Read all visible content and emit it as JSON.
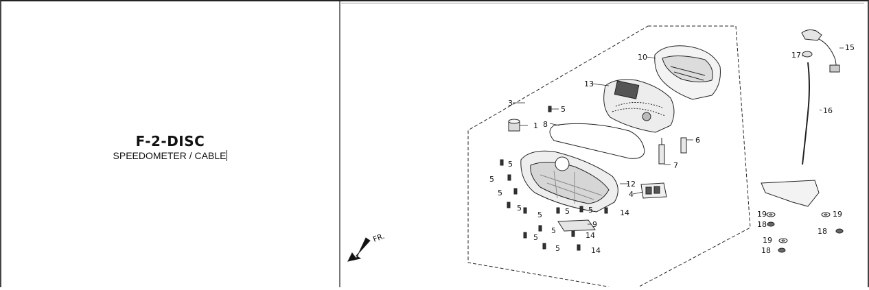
{
  "header": {
    "model_code": "F-2-DISC",
    "section_name": "SPEEDOMETER / CABLE"
  },
  "diagram": {
    "direction_label": "FR.",
    "callouts": [
      "1",
      "3",
      "4",
      "5",
      "6",
      "7",
      "8",
      "9",
      "10",
      "12",
      "13",
      "14",
      "15",
      "16",
      "17",
      "18",
      "19"
    ]
  },
  "colors": {
    "line": "#222222",
    "border": "#444444"
  }
}
